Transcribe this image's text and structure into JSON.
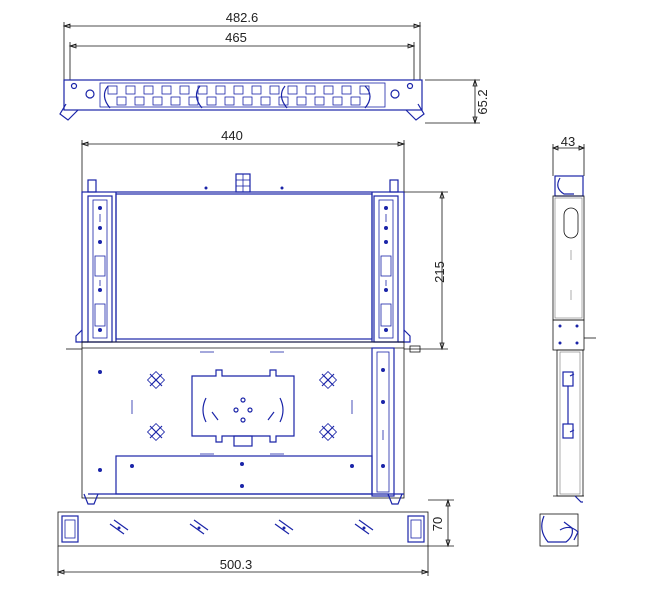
{
  "dimensions": {
    "top_total_width": "482.6",
    "top_inner_width": "465",
    "top_height": "65.2",
    "tray_width": "440",
    "tray_depth": "215",
    "side_width": "43",
    "front_height": "70",
    "overall_width": "500.3"
  },
  "colors": {
    "drawing_line": "#1a24a8",
    "dimension_line": "#111111",
    "background": "#ffffff"
  }
}
